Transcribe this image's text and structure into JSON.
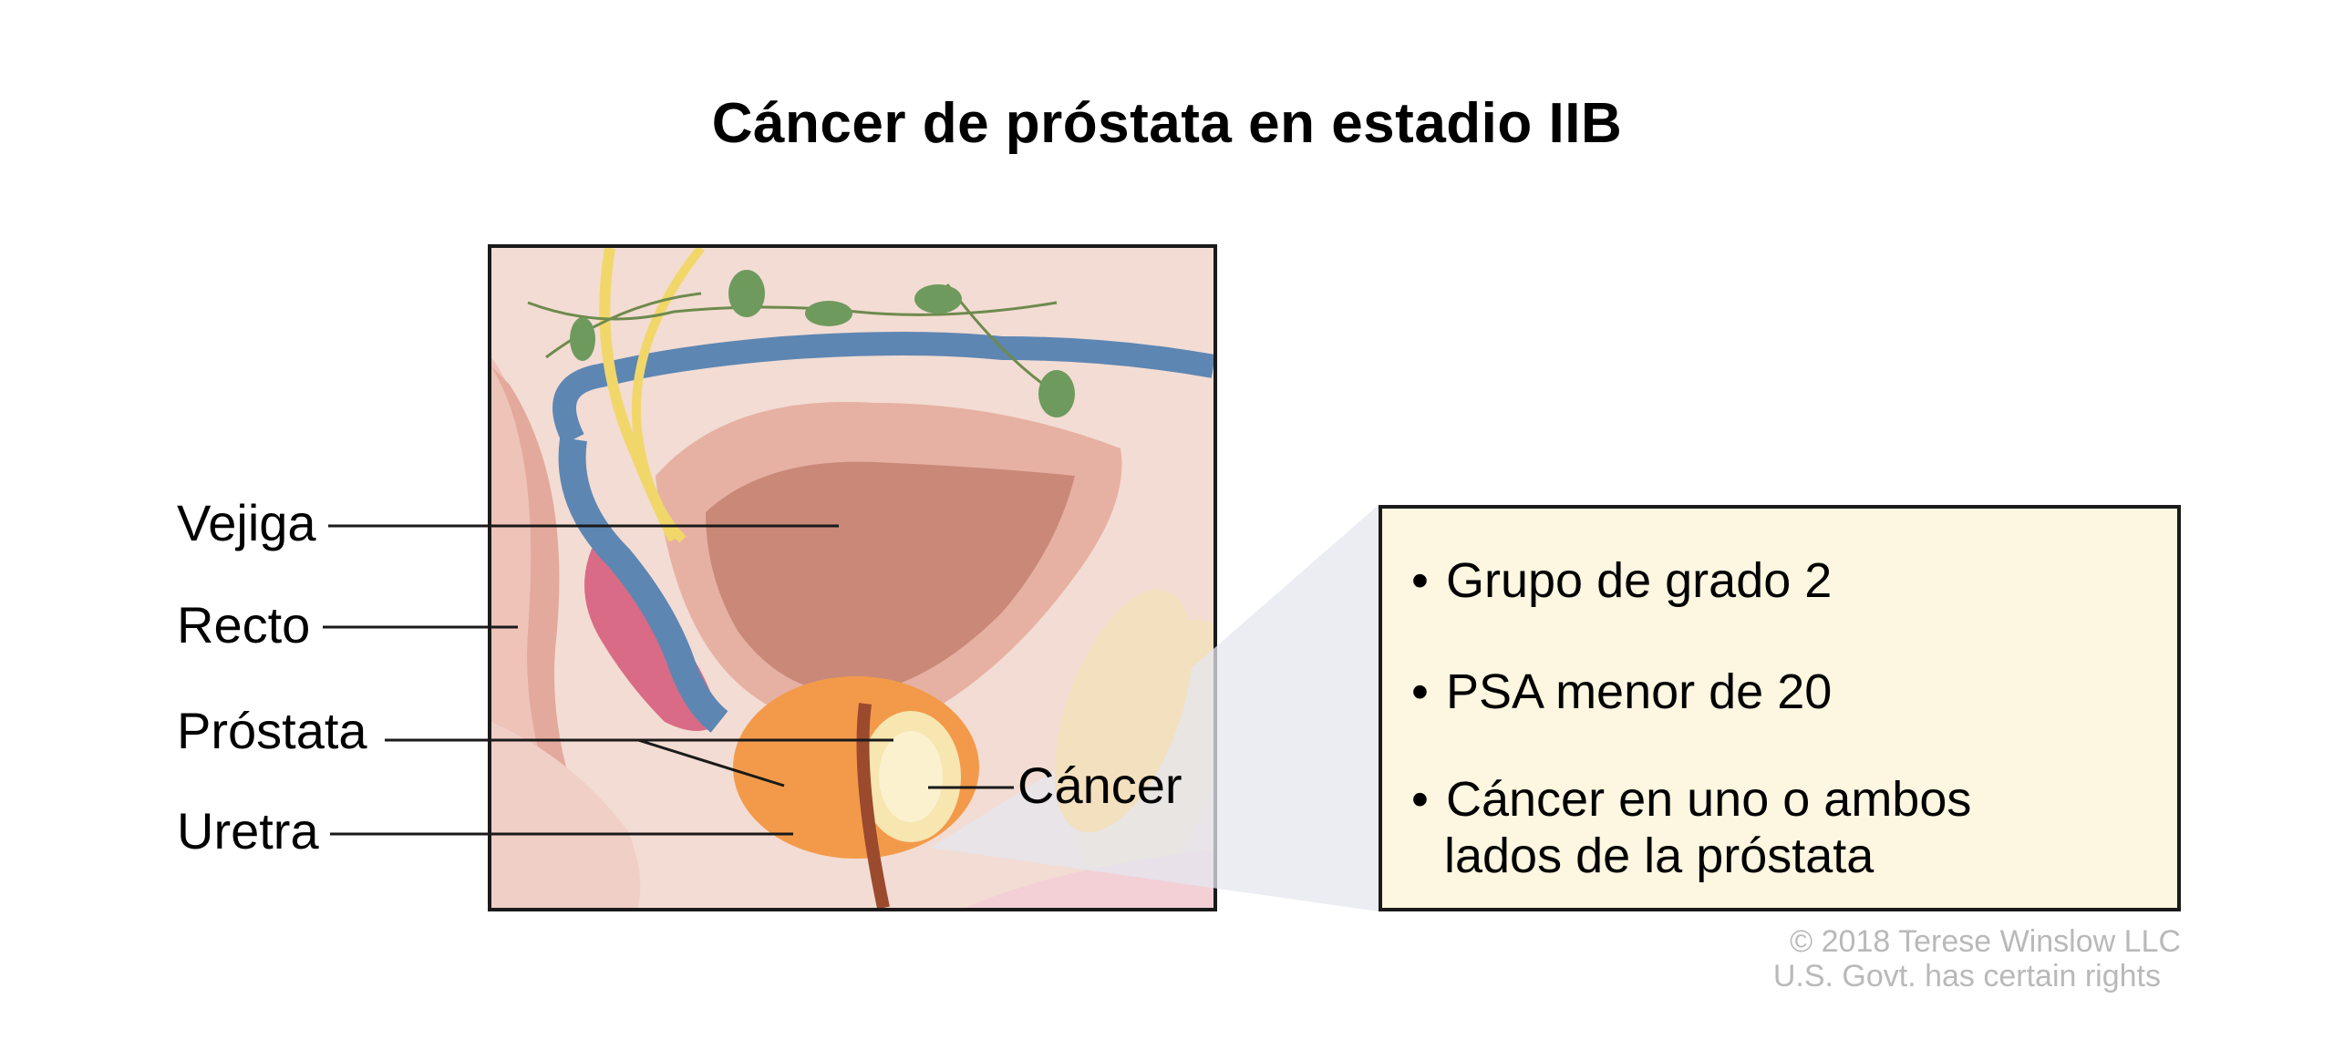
{
  "title": "Cáncer de próstata en estadio IIB",
  "labels": {
    "vejiga": "Vejiga",
    "recto": "Recto",
    "prostata": "Próstata",
    "uretra": "Uretra",
    "cancer": "Cáncer"
  },
  "info_box": {
    "bullets": [
      {
        "line1": "Grupo de grado 2",
        "line2": ""
      },
      {
        "line1": "PSA menor de 20",
        "line2": ""
      },
      {
        "line1": "Cáncer en uno o ambos",
        "line2": "lados de la próstata"
      }
    ],
    "bullet_char": "•"
  },
  "copyright": {
    "line1": "© 2018 Terese Winslow LLC",
    "line2": "U.S. Govt. has certain rights"
  },
  "colors": {
    "info_background": "#fdf6e0",
    "tissue": "#f3dcd3",
    "bladder": "#c98878",
    "prostate": "#f39a4a",
    "cancer": "#f7e6b0",
    "vein": "#5d86b3",
    "nerve": "#f1d76a",
    "lymph_node": "#6e9a5e",
    "vas_deferens": "#d96b86"
  }
}
